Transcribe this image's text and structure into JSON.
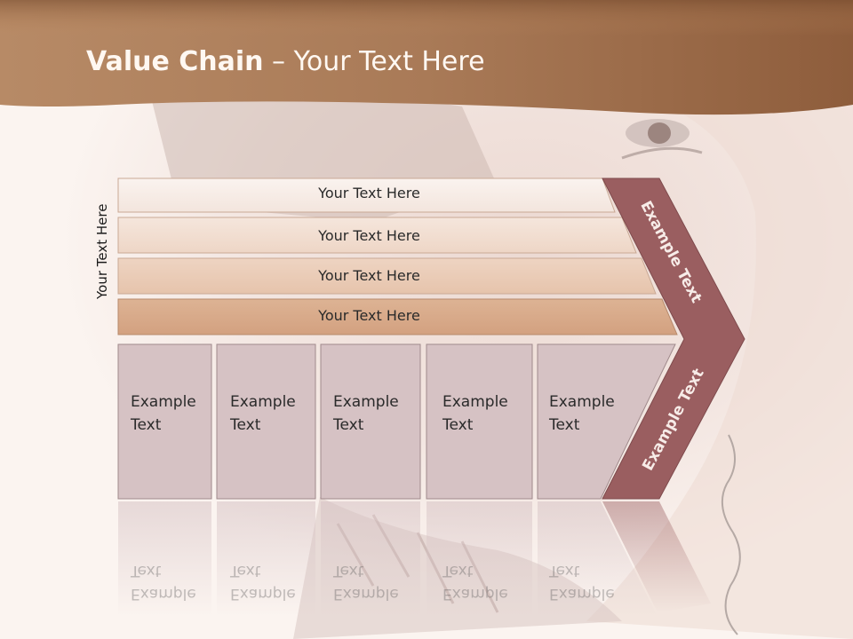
{
  "slide": {
    "title_bold": "Value Chain",
    "title_rest": " – Your Text Here",
    "side_label": "Your Text Here"
  },
  "rows": [
    {
      "label": "Your Text Here"
    },
    {
      "label": "Your Text Here"
    },
    {
      "label": "Your Text Here"
    },
    {
      "label": "Your Text Here"
    }
  ],
  "boxes": [
    {
      "line1": "Example",
      "line2": "Text"
    },
    {
      "line1": "Example",
      "line2": "Text"
    },
    {
      "line1": "Example",
      "line2": "Text"
    },
    {
      "line1": "Example",
      "line2": "Text"
    },
    {
      "line1": "Example",
      "line2": "Text"
    }
  ],
  "chevron": {
    "upper_label": "Example Text",
    "lower_label": "Example Text"
  },
  "colors": {
    "banner": "#b07a52",
    "chevron": "#9a5e60",
    "box_fill": "#d6c2c4",
    "row1": "#f7ede8",
    "row2": "#f0dccf",
    "row3": "#e8c9b4",
    "row4": "#d8a886"
  }
}
